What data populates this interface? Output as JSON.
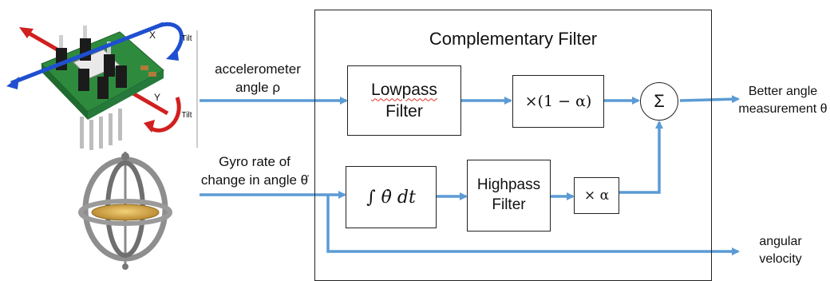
{
  "title": "Complementary Filter",
  "inputs": {
    "accel_line1": "accelerometer",
    "accel_line2": "angle ρ",
    "gyro_line1": "Gyro rate of",
    "gyro_line2": "change in angle θ̇"
  },
  "blocks": {
    "lowpass_line1": "Lowpass",
    "lowpass_line2": "Filter",
    "mult_one_minus_alpha": "×(1 − α)",
    "sum": "Σ",
    "integral_expr": "∫ θ̇  dt",
    "highpass_line1": "Highpass",
    "highpass_line2": "Filter",
    "mult_alpha": "× α"
  },
  "outputs": {
    "better_line1": "Better angle",
    "better_line2": "measurement θ",
    "angular_line1": "angular",
    "angular_line2": "velocity"
  },
  "sensor_labels": {
    "x_axis": "X",
    "y_axis": "Y",
    "tilt_top": "Tilt",
    "tilt_bottom": "Tilt"
  },
  "colors": {
    "arrow": "#5b9bd5",
    "box_border": "#222222",
    "pcb": "#2e8b3e",
    "x_arrow": "#1f4fd0",
    "red_arrow": "#d0201f"
  }
}
